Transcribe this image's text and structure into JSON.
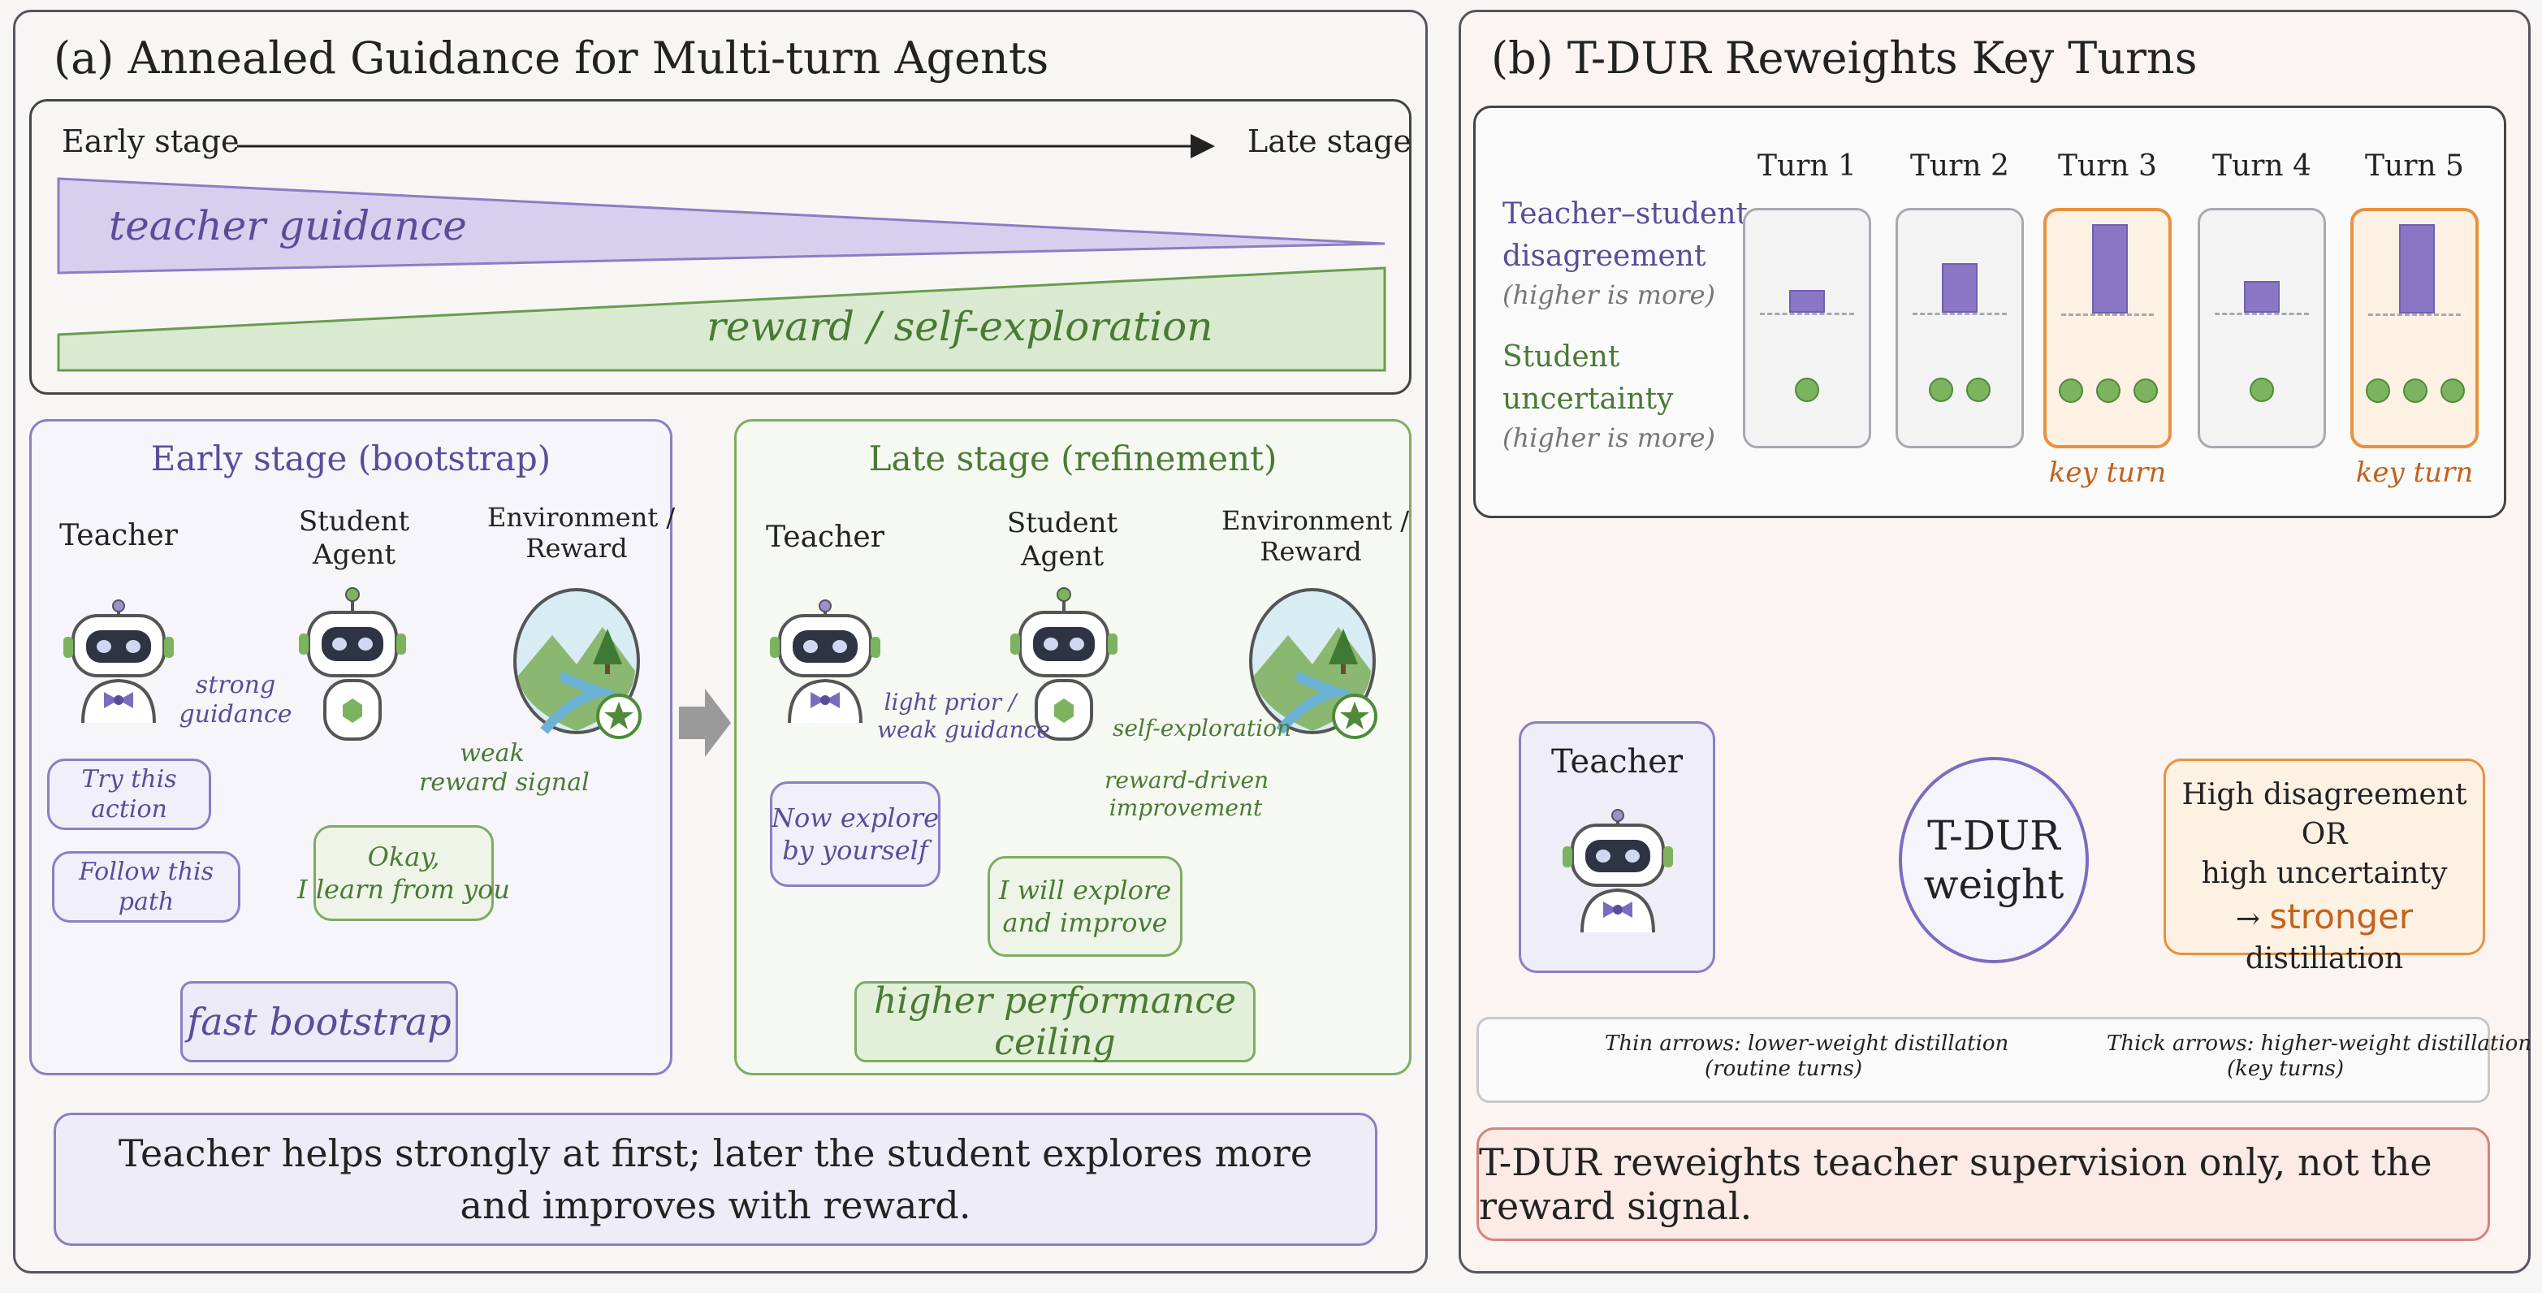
{
  "panel_a": {
    "title": "(a) Annealed Guidance for Multi-turn Agents",
    "timeline": {
      "early": "Early stage",
      "late": "Late stage",
      "teacher_wedge": "teacher guidance",
      "reward_wedge": "reward / self-exploration"
    },
    "early_box": {
      "title": "Early stage (bootstrap)",
      "teacher": "Teacher",
      "student": "Student\nAgent",
      "env": "Environment /\nReward",
      "arrow_label": "strong\nguidance",
      "signal_label": "weak\nreward signal",
      "bubble1": "Try this action",
      "bubble2": "Follow this path",
      "bubble3": "Okay,\nI learn from you",
      "tag": "fast bootstrap"
    },
    "late_box": {
      "title": "Late stage (refinement)",
      "teacher": "Teacher",
      "student": "Student\nAgent",
      "env": "Environment /\nReward",
      "arrow_label": "light prior /\nweak guidance",
      "explore_label": "self-exploration",
      "improve_label": "reward-driven\nimprovement",
      "bubble1": "Now explore\nby yourself",
      "bubble2": "I will explore\nand improve",
      "tag": "higher performance ceiling"
    },
    "summary": "Teacher helps strongly at first; later the student explores more\nand improves with reward."
  },
  "panel_b": {
    "title": "(b) T-DUR Reweights Key Turns",
    "row1_label": "Teacher–student\ndisagreement",
    "row1_sub": "(higher is more)",
    "row2_label": "Student\nuncertainty",
    "row2_sub": "(higher is more)",
    "turns": [
      {
        "label": "Turn 1",
        "disagreement": 0.25,
        "uncertainty": 1,
        "key": false
      },
      {
        "label": "Turn 2",
        "disagreement": 0.55,
        "uncertainty": 2,
        "key": false
      },
      {
        "label": "Turn 3",
        "disagreement": 1.0,
        "uncertainty": 3,
        "key": true
      },
      {
        "label": "Turn 4",
        "disagreement": 0.35,
        "uncertainty": 1,
        "key": false
      },
      {
        "label": "Turn 5",
        "disagreement": 1.0,
        "uncertainty": 3,
        "key": true
      }
    ],
    "key_label": "key turn",
    "teacher": "Teacher",
    "weight": "T-DUR\nweight",
    "outcome_line1": "High disagreement",
    "outcome_line2": "OR",
    "outcome_line3": "high uncertainty",
    "outcome_arrow": "→",
    "outcome_strong": "stronger",
    "outcome_tail": "distillation",
    "legend_thin": "Thin arrows: lower-weight distillation\n(routine turns)",
    "legend_thick": "Thick arrows: higher-weight distillation\n(key turns)",
    "footer": "T-DUR reweights teacher supervision only, not the reward signal."
  },
  "colors": {
    "purple": "#7b6bc0",
    "green": "#6a9c50",
    "orange": "#e8913e",
    "red_border": "#d9827a"
  }
}
